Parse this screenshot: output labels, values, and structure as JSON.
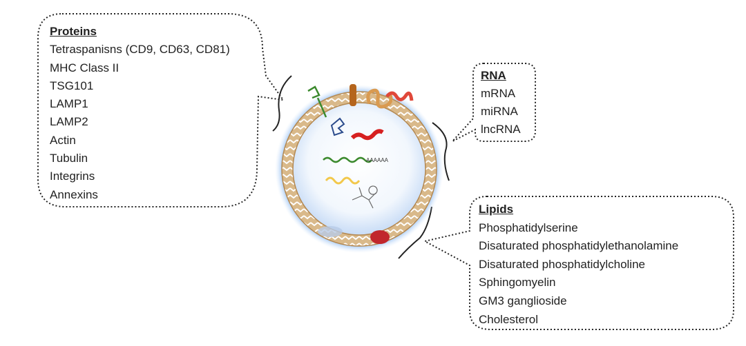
{
  "proteins": {
    "header": "Proteins",
    "items": [
      "Tetraspanisns (CD9, CD63, CD81)",
      "MHC Class II",
      "TSG101",
      "LAMP1",
      "LAMP2",
      "Actin",
      "Tubulin",
      "Integrins",
      "Annexins"
    ]
  },
  "rna": {
    "header": "RNA",
    "items": [
      "mRNA",
      "miRNA",
      "lncRNA"
    ]
  },
  "lipids": {
    "header": "Lipids",
    "items": [
      "Phosphatidylserine",
      "Disaturated phosphatidylethanolamine",
      "Disaturated phosphatidylcholine",
      "Sphingomyelin",
      "GM3 ganglioside",
      "Cholesterol"
    ]
  },
  "vesicle": {
    "polya_label": "AAAAAA"
  }
}
